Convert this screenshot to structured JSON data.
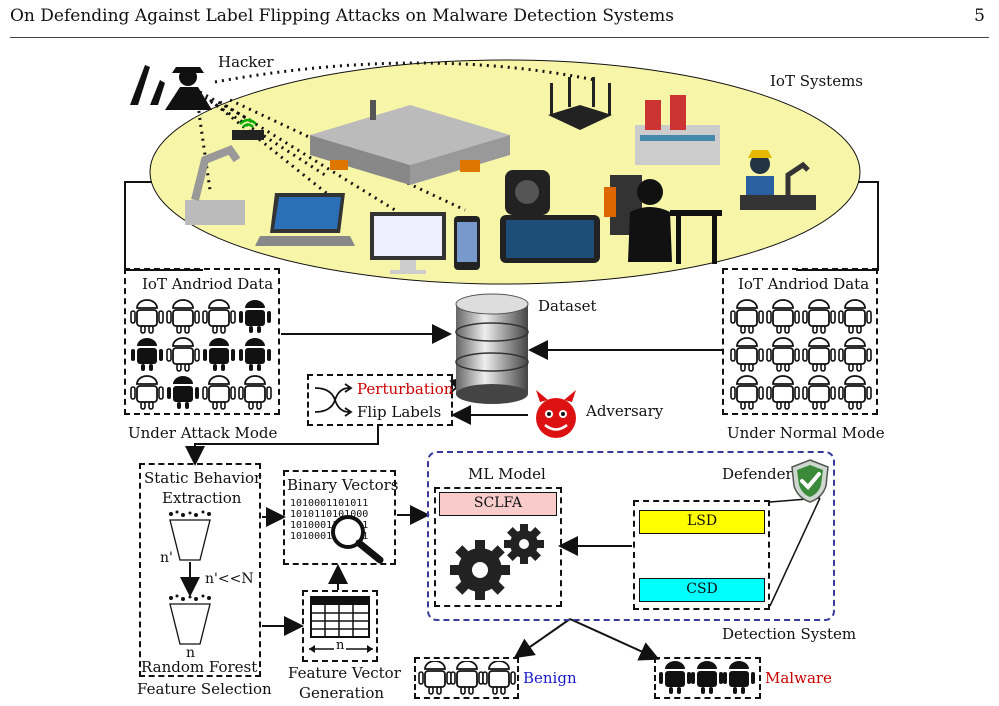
{
  "header": {
    "title": "On Defending Against Label Flipping Attacks on Malware Detection Systems",
    "page_number": "5"
  },
  "iot": {
    "label": "IoT Systems",
    "hacker_label": "Hacker"
  },
  "attack_data": {
    "title": "IoT Andriod Data",
    "caption": "Under Attack Mode"
  },
  "normal_data": {
    "title": "IoT Andriod Data",
    "caption": "Under Normal Mode"
  },
  "dataset": {
    "label": "Dataset"
  },
  "perturb": {
    "perturbation": "Perturbation",
    "flip": "Flip Labels"
  },
  "adversary": {
    "label": "Adversary"
  },
  "feature": {
    "static_line1": "Static Behavior",
    "static_line2": "Extraction",
    "n_prime": "n'",
    "n_rel": "n'<<N",
    "n": "n",
    "random_forest": "Random Forest",
    "caption": "Feature Selection"
  },
  "binary": {
    "title": "Binary Vectors",
    "bits": [
      "1010001101011",
      "1010110101000",
      "1010001101011",
      "1010001101011"
    ]
  },
  "fvg": {
    "n": "n",
    "line1": "Feature Vector",
    "line2": "Generation"
  },
  "ml": {
    "title": "ML Model",
    "sclfa": "SCLFA"
  },
  "defender": {
    "label": "Defender",
    "lsd": "LSD",
    "csd": "CSD",
    "caption": "Detection System"
  },
  "outputs": {
    "benign": "Benign",
    "malware": "Malware"
  },
  "colors": {
    "ellipse": "#f7f5a8",
    "perturbation": "#cc0000",
    "benign": "#1a1acc",
    "malware": "#cc0000",
    "sclfa": "#f9cccc",
    "lsd": "#ffff00",
    "csd": "#00ffff",
    "detect_border": "#3a3a9a",
    "shield": "#3a8a3a"
  }
}
